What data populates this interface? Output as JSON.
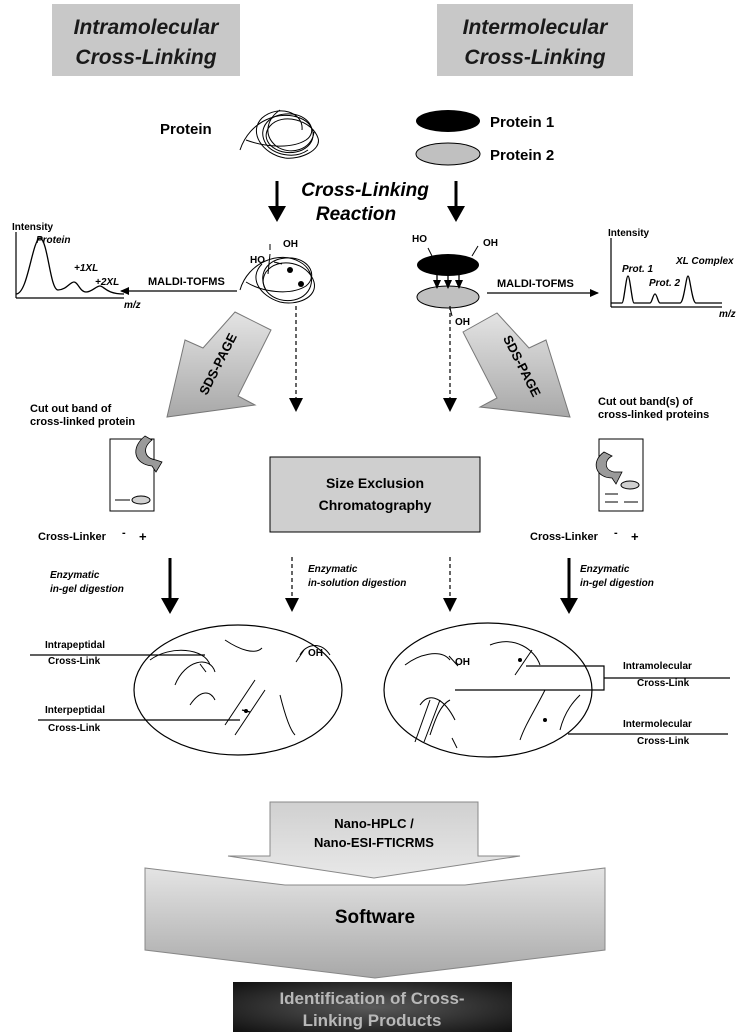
{
  "headers": {
    "intra_line1": "Intramolecular",
    "intra_line2": "Cross-Linking",
    "inter_line1": "Intermolecular",
    "inter_line2": "Cross-Linking"
  },
  "protein_label": "Protein",
  "legend": {
    "protein1": "Protein 1",
    "protein2": "Protein 2"
  },
  "reaction": {
    "line1": "Cross-Linking",
    "line2": "Reaction"
  },
  "left_spectrum": {
    "ylabel": "Intensity",
    "peak_label": "Protein",
    "xl1": "+1XL",
    "xl2": "+2XL",
    "xlabel": "m/z",
    "method": "MALDI-TOFMS"
  },
  "right_spectrum": {
    "ylabel": "Intensity",
    "prot1": "Prot. 1",
    "prot2": "Prot. 2",
    "complex": "XL Complex",
    "xlabel": "m/z",
    "method": "MALDI-TOFMS"
  },
  "groups": {
    "ho": "HO",
    "oh": "OH"
  },
  "sds_page": "SDS-PAGE",
  "left_cut": {
    "line1": "Cut out band of",
    "line2": "cross-linked protein"
  },
  "right_cut": {
    "line1": "Cut out band(s) of",
    "line2": "cross-linked proteins"
  },
  "cross_linker": {
    "label": "Cross-Linker",
    "minus": "-",
    "plus": "+"
  },
  "sec": {
    "line1": "Size Exclusion",
    "line2": "Chromatography"
  },
  "digestion": {
    "left_1": "Enzymatic",
    "left_2": "in-gel digestion",
    "mid_1": "Enzymatic",
    "mid_2": "in-solution digestion",
    "right_1": "Enzymatic",
    "right_2": "in-gel digestion"
  },
  "left_oval": {
    "intrapeptidal_1": "Intrapeptidal",
    "intrapeptidal_2": "Cross-Link",
    "interpeptidal_1": "Interpeptidal",
    "interpeptidal_2": "Cross-Link"
  },
  "right_oval": {
    "intramolecular_1": "Intramolecular",
    "intramolecular_2": "Cross-Link",
    "intermolecular_1": "Intermolecular",
    "intermolecular_2": "Cross-Link"
  },
  "hplc": {
    "line1": "Nano-HPLC /",
    "line2": "Nano-ESI-FTICRMS"
  },
  "software": "Software",
  "result": {
    "line1": "Identification of Cross-",
    "line2": "Linking Products"
  },
  "colors": {
    "header_fill": "#c8c8c8",
    "protein1": "#000000",
    "protein2": "#c0c0c0",
    "arrow_fill": "#bdbdbd",
    "result_fill": "#1e1e1e"
  }
}
